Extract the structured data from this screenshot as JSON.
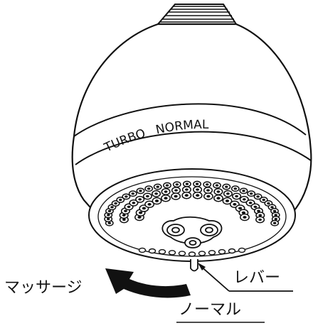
{
  "engraving": {
    "left_text": "TURBO",
    "right_text": "NORMAL"
  },
  "callouts": {
    "massage": "マッサージ",
    "lever": "レバー",
    "normal": "ノーマル"
  }
}
